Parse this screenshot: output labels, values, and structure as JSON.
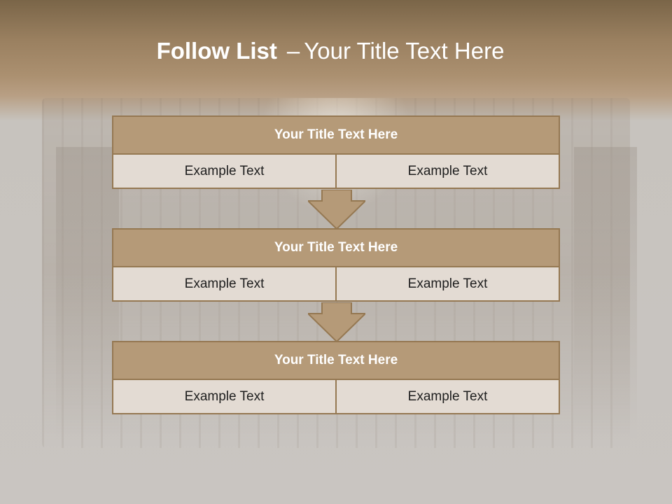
{
  "slide": {
    "title_bold": "Follow List",
    "title_separator": "–",
    "title_rest": "Your Title Text Here",
    "blocks": [
      {
        "header": "Your Title Text Here",
        "left": "Example Text",
        "right": "Example Text"
      },
      {
        "header": "Your Title Text Here",
        "left": "Example Text",
        "right": "Example Text"
      },
      {
        "header": "Your Title Text Here",
        "left": "Example Text",
        "right": "Example Text"
      }
    ],
    "colors": {
      "header_fill": "#b59a78",
      "border": "#957852",
      "cell_fill": "#e3dbd3",
      "arrow_fill": "#b59a78"
    }
  }
}
